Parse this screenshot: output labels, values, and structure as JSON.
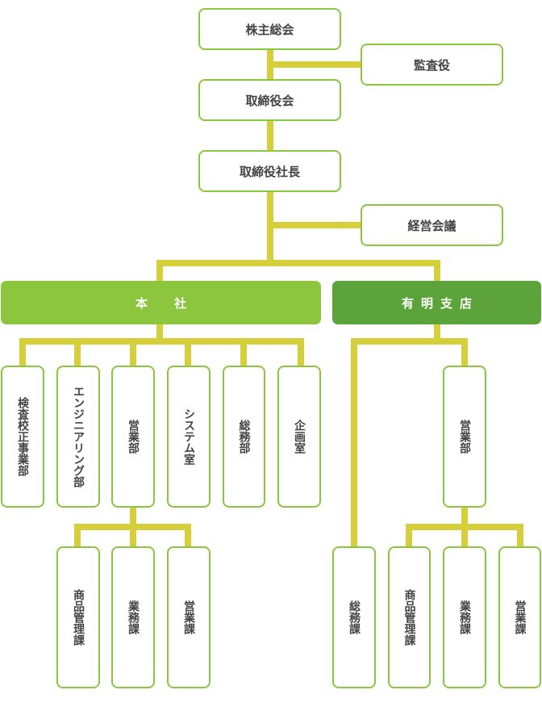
{
  "colors": {
    "box_border": "#8cc63f",
    "connector": "#d4cf3b",
    "honsha_bar": "#8cc63f",
    "ariake_bar": "#5ba33a"
  },
  "top": {
    "shareholders": "株主総会",
    "auditor": "監査役",
    "board": "取締役会",
    "president": "取締役社長",
    "management_meeting": "経営会議"
  },
  "honsha": {
    "label": "本　社",
    "departments": [
      "検査校正事業部",
      "エンジニアリング部",
      "営業部",
      "システム室",
      "総務部",
      "企画室"
    ],
    "sales_sections": [
      "商品管理課",
      "業務課",
      "営業課"
    ]
  },
  "ariake": {
    "label": "有明支店",
    "general_affairs": "総務課",
    "sales_department": "営業部",
    "sales_sections": [
      "商品管理課",
      "業務課",
      "営業課"
    ]
  }
}
